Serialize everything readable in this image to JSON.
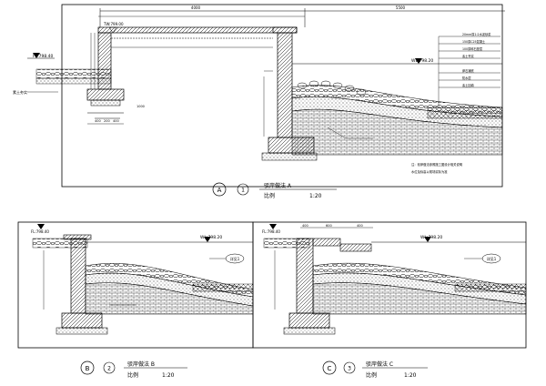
{
  "panels": [
    {
      "id": "A",
      "circle_letter": "A",
      "circle_number": "1",
      "title": "驳岸做法 A",
      "scale_label": "比例",
      "scale_value": "1:20",
      "water_level": "WL:798.20",
      "left_level": "FL:798.40",
      "top_level": "TW:799.00",
      "top_dim": "4000",
      "right_dim": "5500",
      "left_label": "素土夯实",
      "notes": [
        "20mm厚1:2水泥砂浆",
        "150厚C25混凝土",
        "100厚碎石垫层",
        "素土夯实",
        "卵石铺底",
        "防水层",
        "素土回填"
      ],
      "note_lines": [
        "注：驳岸做法参照施工图设计相关说明",
        "水位及标高以现场实际为准"
      ],
      "bottom_dims": [
        "400",
        "200",
        "400"
      ],
      "bottom_dim_total": "1000"
    },
    {
      "id": "B",
      "circle_letter": "B",
      "circle_number": "2",
      "title": "驳岸做法 B",
      "scale_label": "比例",
      "scale_value": "1:20",
      "water_level": "WL:798.20",
      "left_level": "FL:798.40",
      "callout": "详见1"
    },
    {
      "id": "C",
      "circle_letter": "C",
      "circle_number": "3",
      "title": "驳岸做法 C",
      "scale_label": "比例",
      "scale_value": "1:20",
      "water_level": "WL:798.20",
      "left_level": "FL:798.40",
      "callout": "详见1",
      "top_dims": [
        "400",
        "600",
        "400"
      ]
    }
  ],
  "colors": {
    "line": "#000000",
    "accent": "#3a3a3a"
  },
  "icons": [
    "section-circle-icon"
  ]
}
